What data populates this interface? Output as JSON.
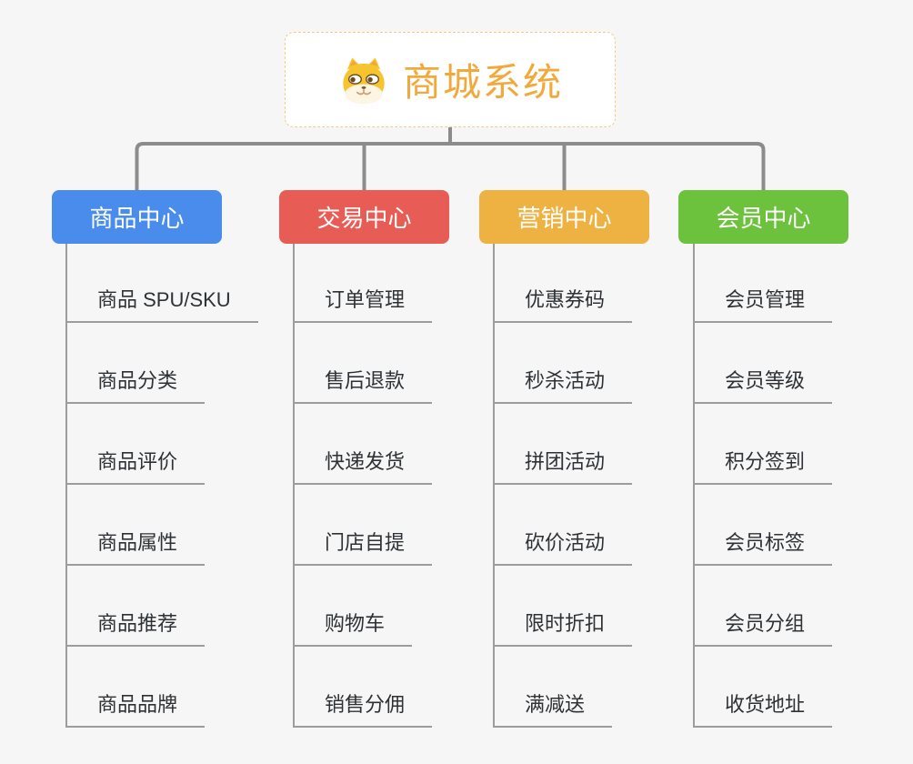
{
  "canvas": {
    "background": "#F5F6F5",
    "connector_color": "#8C8C8C",
    "leaf_line_color": "#9C9C9C"
  },
  "root": {
    "title": "商城系统",
    "icon": "shiba-dog-icon",
    "text_color": "#F2A93C",
    "border_color": "#F3CB86"
  },
  "branches": [
    {
      "label": "商品中心",
      "color": "#4A8CEB",
      "children": [
        "商品 SPU/SKU",
        "商品分类",
        "商品评价",
        "商品属性",
        "商品推荐",
        "商品品牌"
      ]
    },
    {
      "label": "交易中心",
      "color": "#E85C56",
      "children": [
        "订单管理",
        "售后退款",
        "快递发货",
        "门店自提",
        "购物车",
        "销售分佣"
      ]
    },
    {
      "label": "营销中心",
      "color": "#EDB242",
      "children": [
        "优惠券码",
        "秒杀活动",
        "拼团活动",
        "砍价活动",
        "限时折扣",
        "满减送"
      ]
    },
    {
      "label": "会员中心",
      "color": "#6CC13D",
      "children": [
        "会员管理",
        "会员等级",
        "积分签到",
        "会员标签",
        "会员分组",
        "收货地址"
      ]
    }
  ]
}
